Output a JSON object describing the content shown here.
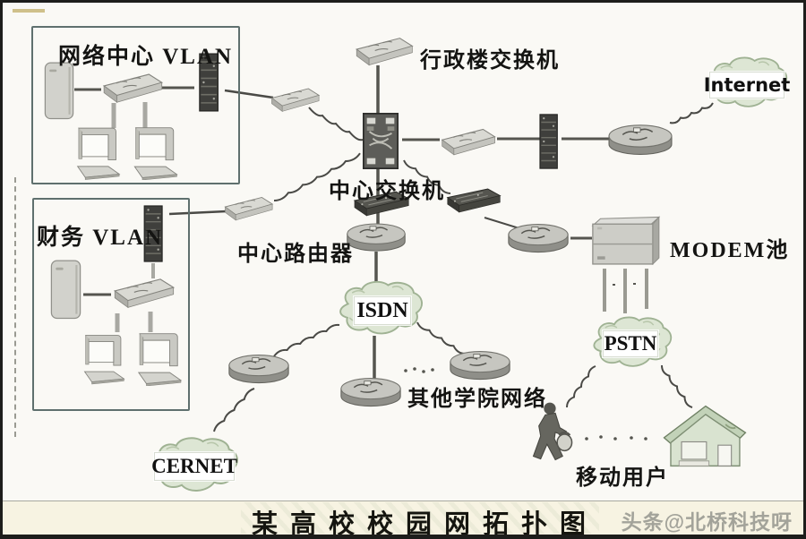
{
  "page": {
    "caption": "某高校校园网拓扑图",
    "watermark": "头条@北桥科技呀"
  },
  "groups": {
    "network_center_vlan": "网络中心 VLAN",
    "finance_vlan": "财务 VLAN"
  },
  "labels": {
    "admin_building_switch": "行政楼交换机",
    "center_switch": "中心交换机",
    "center_router": "中心路由器",
    "modem_pool": "MODEM池",
    "other_college_networks": "其他学院网络",
    "mobile_users": "移动用户"
  },
  "clouds": {
    "internet": "Internet",
    "isdn": "ISDN",
    "pstn": "PSTN",
    "cernet": "CERNET"
  },
  "colors": {
    "cloud_fill": "#dde6d4",
    "cloud_edge": "#9fb293",
    "device_light": "#d6d6d0",
    "device_dark": "#3f3f3c",
    "line": "#4a4a46",
    "caption_bg": "#f7f3e2"
  }
}
